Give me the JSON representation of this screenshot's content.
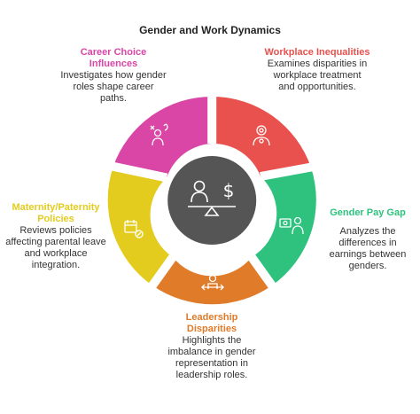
{
  "title": "Gender and Work Dynamics",
  "segments": [
    {
      "id": "career",
      "title": "Career Choice Influences",
      "description": "Investigates how gender roles shape career paths.",
      "color": "#D946A6",
      "icon": "choice-icon"
    },
    {
      "id": "workplace",
      "title": "Workplace Inequalities",
      "description": "Examines disparities in workplace treatment and opportunities.",
      "color": "#E8514D",
      "icon": "person-award-icon"
    },
    {
      "id": "paygap",
      "title": "Gender Pay Gap",
      "description": "Analyzes the differences in earnings between genders.",
      "color": "#2EC27E",
      "icon": "money-person-icon"
    },
    {
      "id": "leadership",
      "title": "Leadership Disparities",
      "description": "Highlights the imbalance in gender representation in leadership roles.",
      "color": "#E07B2A",
      "icon": "person-arrows-icon"
    },
    {
      "id": "maternity",
      "title": "Maternity/Paternity Policies",
      "description": "Reviews policies affecting parental leave and workplace integration.",
      "color": "#E3CC1E",
      "icon": "calendar-policy-icon"
    }
  ],
  "center": {
    "icon": "person-balance-dollar-icon",
    "color": "#555555"
  }
}
